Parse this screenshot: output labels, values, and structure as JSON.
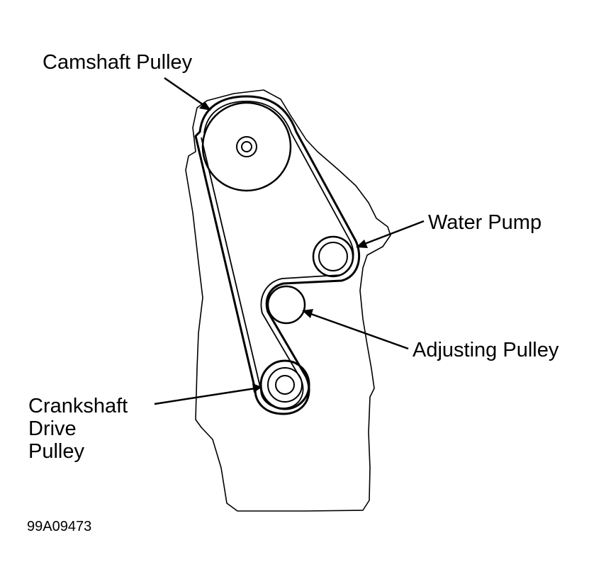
{
  "labels": {
    "camshaft_pulley": "Camshaft Pulley",
    "water_pump": "Water Pump",
    "adjusting_pulley": "Adjusting Pulley",
    "crankshaft_line1": "Crankshaft",
    "crankshaft_line2": "Drive",
    "crankshaft_line3": "Pulley"
  },
  "figure_code": "99A09473",
  "colors": {
    "line": "#000000",
    "background": "#ffffff"
  }
}
